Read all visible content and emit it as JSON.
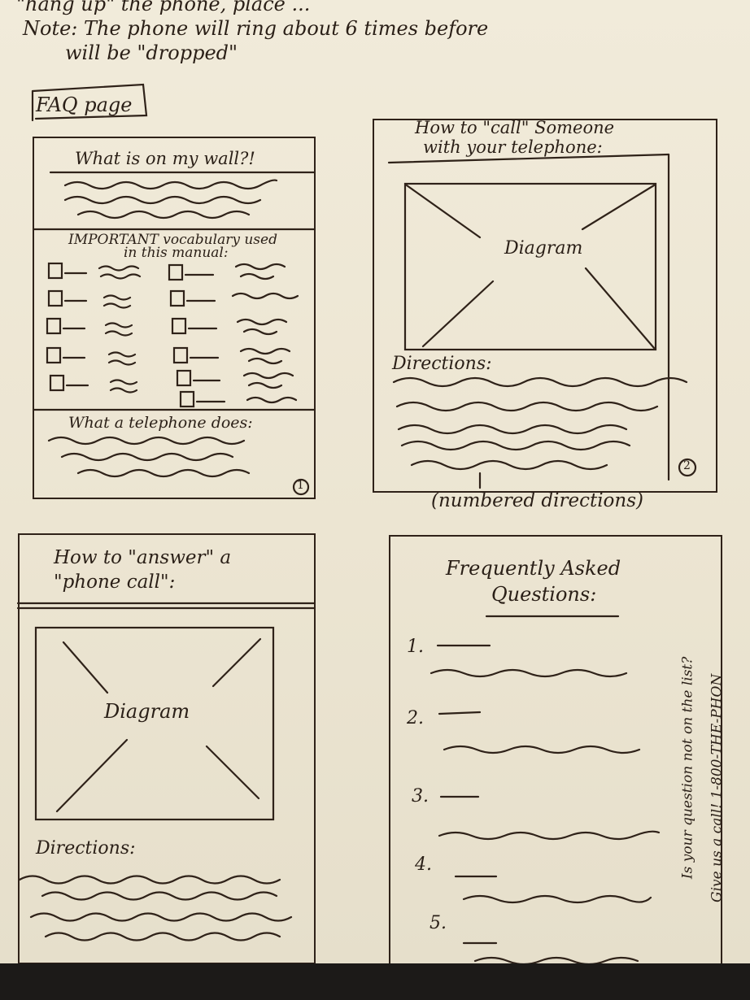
{
  "top_notes": {
    "line1": "\"hang up\" the phone, place ...",
    "line2": "Note: The phone will ring about 6 times before",
    "line3": "will be \"dropped\""
  },
  "page_label": "FAQ page",
  "panel1": {
    "section1_title": "What is on my wall?!",
    "vocab_title_line1": "IMPORTANT vocabulary used",
    "vocab_title_line2": "in this manual:",
    "section3_title": "What a telephone does:",
    "page_number": "1"
  },
  "panel2": {
    "title_line1": "How to \"call\" Someone",
    "title_line2": "with your telephone:",
    "diagram_label": "Diagram",
    "directions_label": "Directions:",
    "page_number": "2",
    "annotation": "(numbered directions)"
  },
  "panel3": {
    "title_line1": "How to \"answer\" a",
    "title_line2": "\"phone call\":",
    "diagram_label": "Diagram",
    "directions_label": "Directions:"
  },
  "panel4": {
    "title_line1": "Frequently Asked",
    "title_line2": "Questions:",
    "numbers": [
      "1.",
      "2.",
      "3.",
      "4.",
      "5."
    ],
    "side_note_line1": "Is your question not on the list?",
    "side_note_line2": "Give us a call!  1-800-THE-PHON"
  }
}
